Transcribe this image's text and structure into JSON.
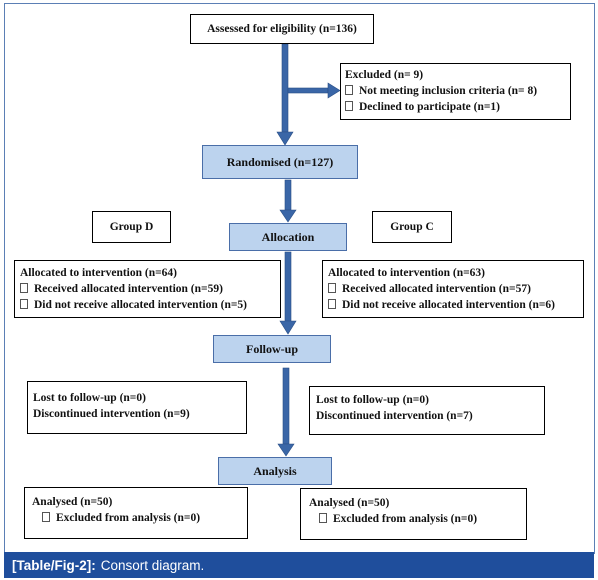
{
  "enrollment": {
    "assessed": "Assessed for eligibility (n=136)"
  },
  "excluded": {
    "title": "Excluded (n= 9)",
    "items": [
      "Not meeting inclusion criteria (n= 8)",
      "Declined to participate (n=1)"
    ]
  },
  "stages": {
    "randomised": "Randomised (n=127)",
    "allocation": "Allocation",
    "followup": "Follow-up",
    "analysis": "Analysis"
  },
  "groups": {
    "d": "Group D",
    "c": "Group C"
  },
  "group_d": {
    "allocated": "Allocated to intervention (n=64)",
    "received": "Received allocated intervention (n=59)",
    "not_received": "Did not receive allocated intervention (n=5)",
    "lost": "Lost to follow-up (n=0)",
    "discontinued": "Discontinued intervention (n=9)",
    "analysed": "Analysed (n=50)",
    "excluded": "Excluded from analysis (n=0)"
  },
  "group_c": {
    "allocated": "Allocated to intervention (n=63)",
    "received": "Received allocated intervention (n=57)",
    "not_received": "Did not receive allocated intervention (n=6)",
    "lost": "Lost to follow-up (n=0)",
    "discontinued": "Discontinued intervention (n=7)",
    "analysed": "Analysed (n=50)",
    "excluded": "Excluded from analysis (n=0)"
  },
  "caption": {
    "label": "[Table/Fig-2]:",
    "text": "Consort diagram."
  },
  "colors": {
    "stage_fill": "#bcd3ee",
    "arrow": "#3a66a7",
    "caption_bg": "#1f4e9c",
    "frame": "#5b7fb5"
  }
}
